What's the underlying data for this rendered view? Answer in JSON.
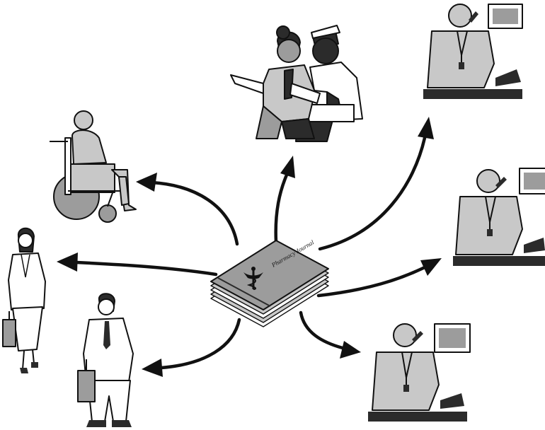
{
  "diagram": {
    "center_item": {
      "name": "reference-book",
      "cover_text": "Pharmacy Journal",
      "emblem": "caduceus-icon"
    },
    "recipients": [
      {
        "name": "wheelchair-patient",
        "icon": "wheelchair-user-icon"
      },
      {
        "name": "healthcare-workers",
        "icon": "nurse-and-doctor-icon"
      },
      {
        "name": "pharmacist-top",
        "icon": "pharmacist-at-counter-icon"
      },
      {
        "name": "pharmacist-middle",
        "icon": "pharmacist-at-counter-icon"
      },
      {
        "name": "pharmacist-bottom",
        "icon": "pharmacist-at-counter-icon"
      },
      {
        "name": "businesswoman",
        "icon": "businesswoman-icon"
      },
      {
        "name": "businessman",
        "icon": "businessman-icon"
      }
    ],
    "colors": {
      "arrow": "#111111",
      "figure_light": "#c8c8c8",
      "figure_mid": "#9c9c9c",
      "figure_dark": "#2b2b2b",
      "background": "#ffffff"
    }
  }
}
